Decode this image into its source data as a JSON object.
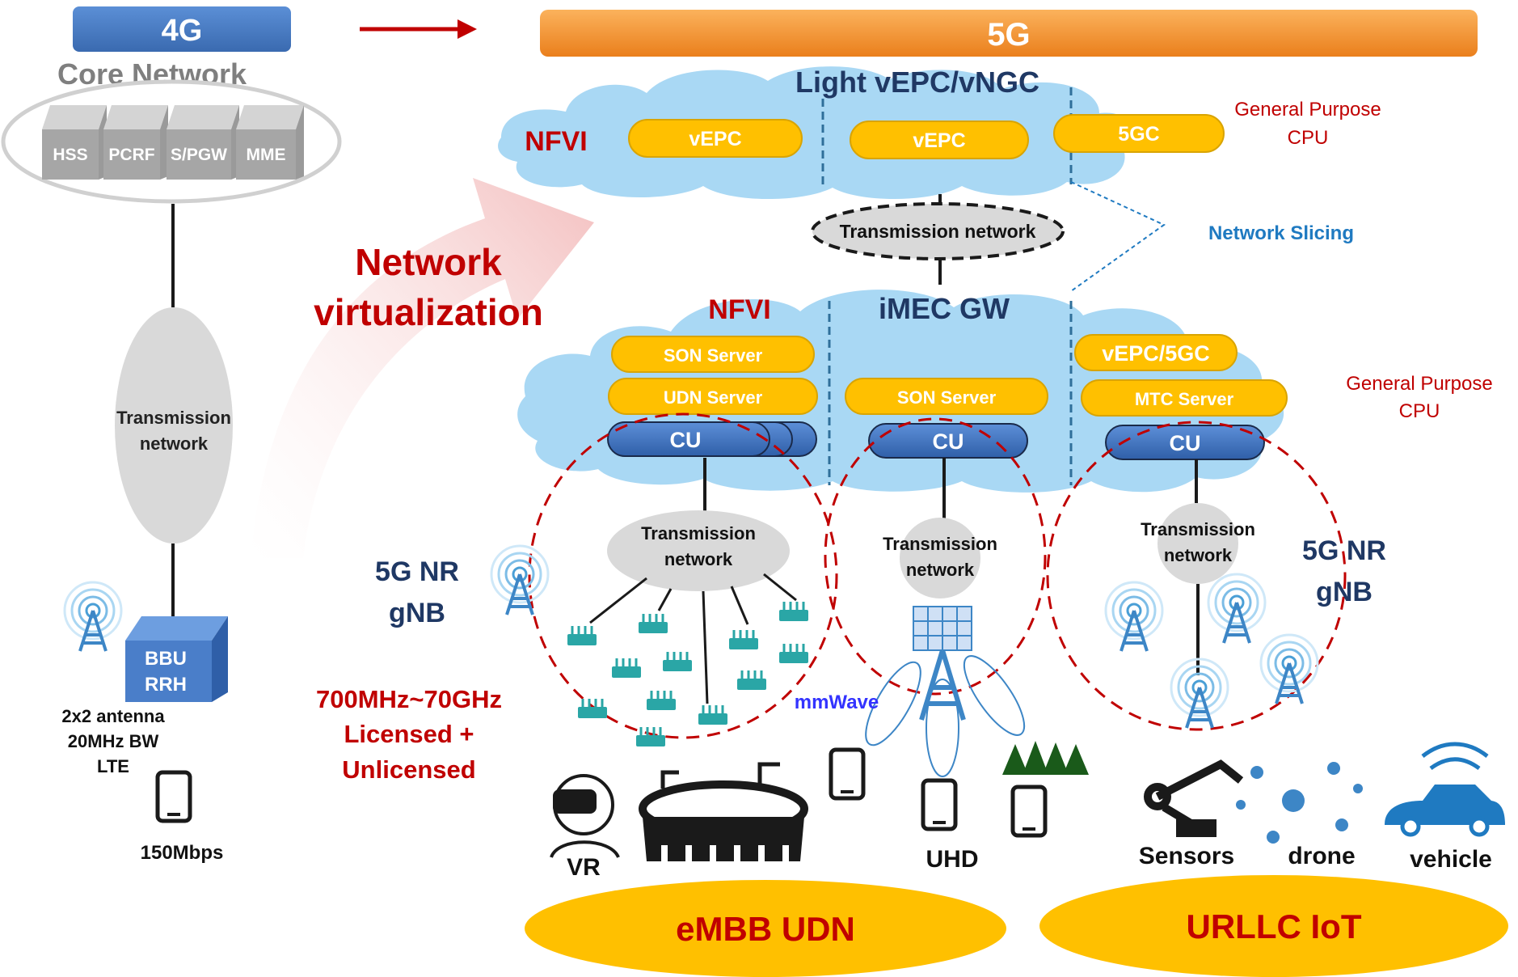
{
  "colors": {
    "blue_box": "#4a7ec9",
    "orange_box": "#f39a3c",
    "dark_red": "#c00000",
    "navy": "#1f3864",
    "cloud": "#a9d8f4",
    "yellow": "#ffc000",
    "gray": "#bfbfbf",
    "slicing_blue": "#1f7ac1",
    "mmwave": "#3333ff"
  },
  "left": {
    "header": "4G",
    "core_title": "Core Network",
    "core_boxes": [
      "HSS",
      "PCRF",
      "S/PGW",
      "MME"
    ],
    "transmission": [
      "Transmission",
      "network"
    ],
    "bbu": [
      "BBU",
      "RRH"
    ],
    "specs": [
      "2x2 antenna",
      "20MHz BW",
      "LTE"
    ],
    "rate": "150Mbps"
  },
  "virtualization": [
    "Network",
    "virtualization"
  ],
  "right": {
    "header": "5G",
    "top_cloud_title": "Light vEPC/vNGC",
    "nfvi_top": "NFVI",
    "top_pills": [
      "vEPC",
      "vEPC",
      "5GC"
    ],
    "gp_cpu_top": [
      "General Purpose",
      "CPU"
    ],
    "core_transmission": "Transmission network",
    "network_slicing": "Network Slicing",
    "nfvi_edge": "NFVI",
    "imec_gw": "iMEC GW",
    "left_pills": [
      "SON Server",
      "UDN Server"
    ],
    "mid_pill": "SON Server",
    "right_pills": [
      "vEPC/5GC",
      "MTC Server"
    ],
    "cu": "CU",
    "gp_cpu_edge": [
      "General Purpose",
      "CPU"
    ],
    "edge_transmission": [
      "Transmission",
      "network"
    ],
    "gnb_left": [
      "5G NR",
      "gNB"
    ],
    "gnb_right": [
      "5G NR",
      "gNB"
    ],
    "spectrum": [
      "700MHz~70GHz",
      "Licensed +",
      "Unlicensed"
    ],
    "mmwave": "mmWave",
    "devices": {
      "vr": "VR",
      "uhd": "UHD",
      "sensors": "Sensors",
      "drone": "drone",
      "vehicle": "vehicle"
    },
    "use_cases": [
      "eMBB UDN",
      "URLLC IoT"
    ]
  }
}
